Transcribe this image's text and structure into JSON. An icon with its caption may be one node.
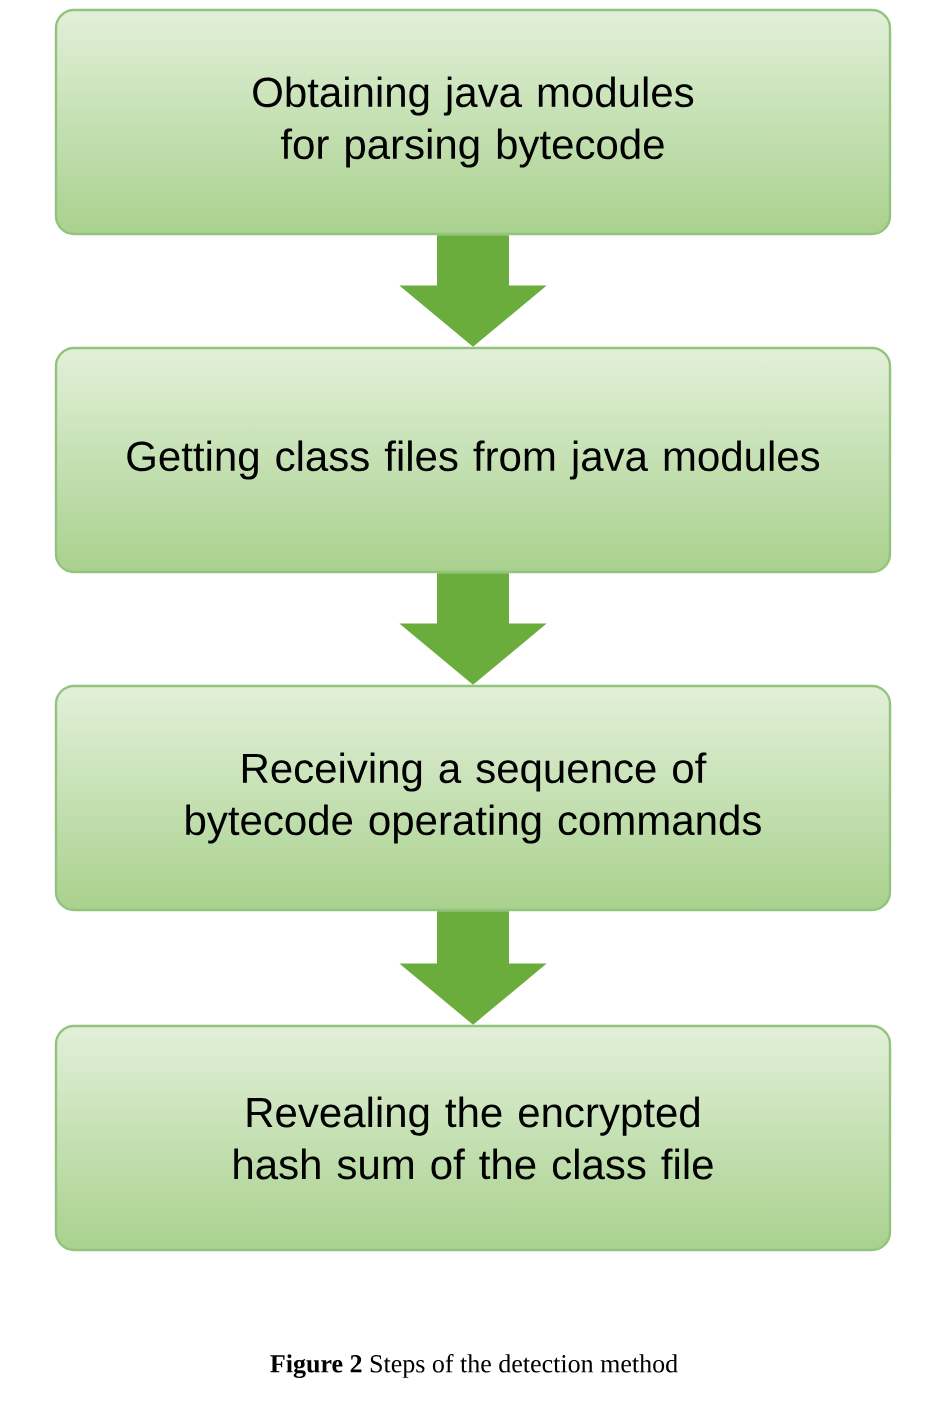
{
  "diagram": {
    "caption": "**Figure 2** Steps of the detection method",
    "nodes": [
      {
        "text": [
          "Obtaining java modules for parsing bytecode"
        ]
      },
      {
        "text": [
          "Getting class files from java modules"
        ]
      },
      {
        "text": [
          "Receiving a sequence of bytecode operating commands"
        ]
      },
      {
        "text": [
          "Revealing the encrypted hash sum of the class file"
        ]
      }
    ],
    "edges": [
      {
        "from": 0,
        "to": 1,
        "arrow": "to"
      },
      {
        "from": 1,
        "to": 2,
        "arrow": "to"
      },
      {
        "from": 2,
        "to": 3,
        "arrow": "to"
      }
    ]
  }
}
